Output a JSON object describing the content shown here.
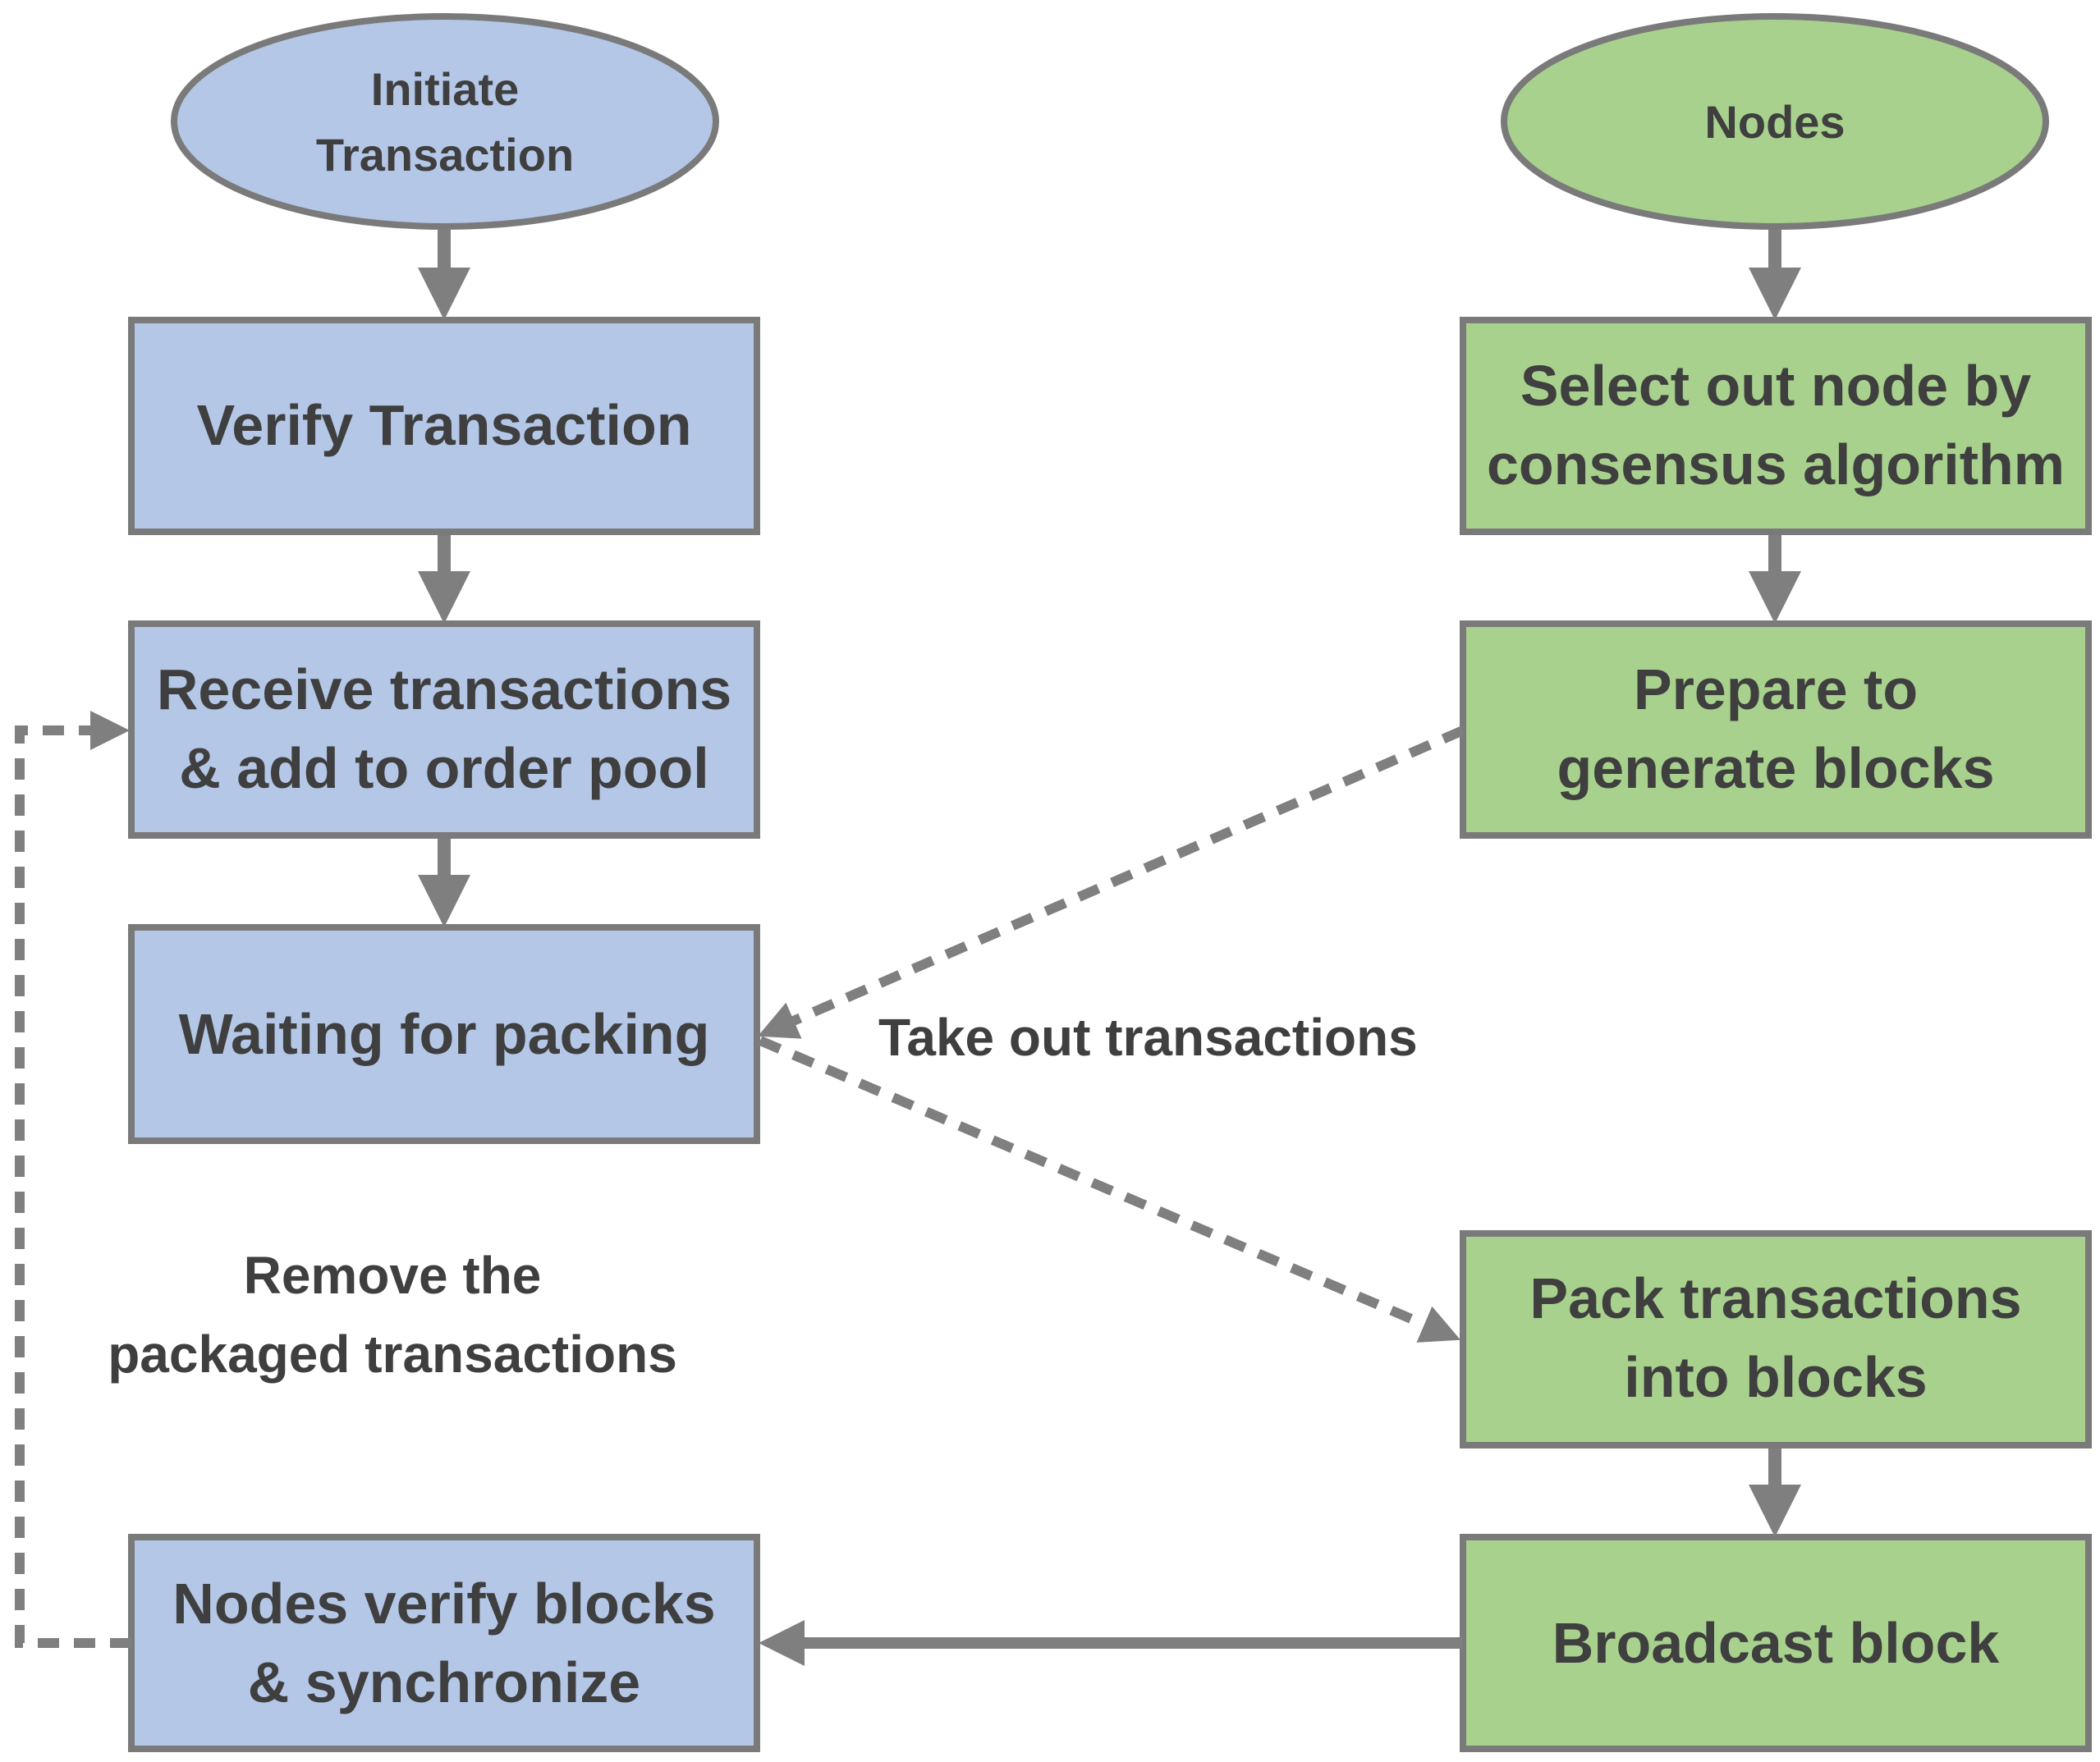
{
  "colors": {
    "blue_fill": "#b4c7e7",
    "green_fill": "#a9d18e",
    "stroke": "#7a7a7a",
    "text": "#3f3f3f",
    "arrow": "#7f7f7f"
  },
  "left_column": {
    "start": {
      "line1": "Initiate",
      "line2": "Transaction"
    },
    "verify": {
      "line1": "Verify Transaction"
    },
    "receive": {
      "line1": "Receive transactions",
      "line2": "&  add to order pool"
    },
    "waiting": {
      "line1": "Waiting for packing"
    },
    "nodes_verify": {
      "line1": "Nodes verify blocks",
      "line2": "& synchronize"
    }
  },
  "right_column": {
    "start": {
      "line1": "Nodes"
    },
    "select": {
      "line1": "Select out node by",
      "line2": "consensus algorithm"
    },
    "prepare": {
      "line1": "Prepare to",
      "line2": "generate blocks"
    },
    "pack": {
      "line1": "Pack transactions",
      "line2": "into blocks"
    },
    "broadcast": {
      "line1": "Broadcast block"
    }
  },
  "edge_labels": {
    "take_out": "Take out transactions",
    "remove_line1": "Remove the",
    "remove_line2": "packaged transactions"
  }
}
